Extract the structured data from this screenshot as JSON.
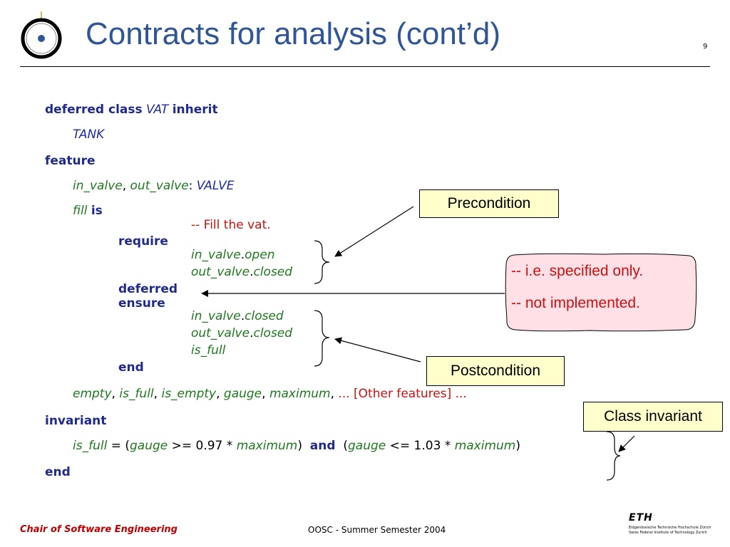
{
  "header": {
    "title": "Contracts for analysis (cont’d)",
    "page_number": "9"
  },
  "code": {
    "l1": {
      "kw1": "deferred class",
      "cls": "VAT",
      "kw2": "inherit"
    },
    "l2": {
      "cls": "TANK"
    },
    "l3": {
      "kw": "feature"
    },
    "l4": {
      "f1": "in_valve",
      "sep1": ",",
      "f2": "out_valve",
      "sep2": ":",
      "cls": "VALVE"
    },
    "l5": {
      "f": "fill",
      "kw": "is"
    },
    "l6": {
      "comment": "-- Fill the vat."
    },
    "l7": {
      "kw": "require"
    },
    "l8": {
      "obj": "in_valve",
      "dot": ".",
      "attr": "open"
    },
    "l9": {
      "obj": "out_valve",
      "dot": ".",
      "attr": "closed"
    },
    "l10": {
      "kw": "deferred"
    },
    "l11": {
      "kw": "ensure"
    },
    "l12": {
      "obj": "in_valve",
      "dot": ".",
      "attr": "closed"
    },
    "l13": {
      "obj": "out_valve",
      "dot": ".",
      "attr": "closed"
    },
    "l14": {
      "f": "is_full"
    },
    "l15": {
      "kw": "end"
    },
    "l16": {
      "f1": "empty",
      "s1": ",",
      "f2": "is_full",
      "s2": ",",
      "f3": "is_empty",
      "s3": ",",
      "f4": "gauge",
      "s4": ",",
      "f5": "maximum",
      "s5": ",",
      "cmt1": "... [Other features] ..."
    },
    "l17": {
      "kw": "invariant"
    },
    "l18": {
      "f1": "is_full",
      "t1": " = (",
      "f2": "gauge",
      "t2": " >= 0.97 * ",
      "f3": "maximum",
      "t3": ")",
      "kw": "and",
      "t4": "(",
      "f4": "gauge",
      "t5": " <= 1.03 * ",
      "f5": "maximum",
      "t6": ")"
    },
    "l19": {
      "kw": "end"
    }
  },
  "callouts": {
    "precondition": "Precondition",
    "postcondition": "Postcondition",
    "class_invariant": "Class invariant",
    "note_line1": "-- i.e. specified only.",
    "note_line2": "-- not implemented."
  },
  "footer": {
    "left": "Chair of Software Engineering",
    "center": "OOSC - Summer Semester 2004",
    "eth_mark": "ETH",
    "eth_line1": "Eidgenössische Technische Hochschule Zürich",
    "eth_line2": "Swiss Federal Institute of Technology Zurich"
  },
  "colors": {
    "title": "#2F5597",
    "keyword": "#1F2A8C",
    "feature": "#1C7A1C",
    "comment": "#CC1111",
    "callout_fill": "#FFFFCC",
    "note_fill": "#FFE0E6"
  }
}
